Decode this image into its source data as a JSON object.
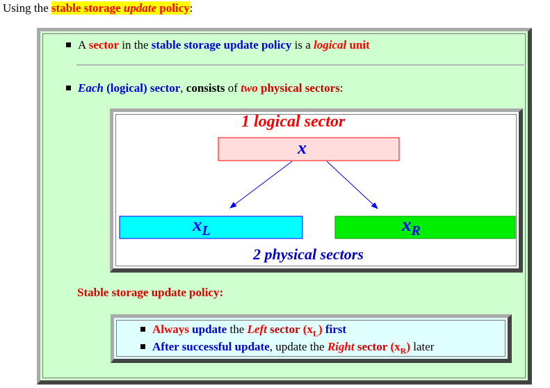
{
  "title": {
    "prefix": "Using the",
    "hl_part1": "stable storage",
    "hl_part2": "update",
    "hl_part3": "policy",
    "suffix": ":"
  },
  "bullet1": {
    "a": "A",
    "sector": "sector",
    "in_the": "in the",
    "policy": "stable storage update policy",
    "is_a": "is a",
    "logical": "logical",
    "unit": "unit"
  },
  "bullet2": {
    "each": "Each",
    "logical": "(logical) sector",
    "comma": ",",
    "consists": "consists",
    "of": "of",
    "two": "two",
    "physical": "physical sectors",
    "colon": ":"
  },
  "diagram": {
    "top_label": "1 logical sector",
    "logical_box": "x",
    "left_box_main": "x",
    "left_box_sub": "L",
    "right_box_main": "x",
    "right_box_sub": "R",
    "bottom_label": "2 physical sectors",
    "colors": {
      "logical_fill": "#ffdddd",
      "logical_border": "#ff0000",
      "left_fill": "#00ffff",
      "right_fill": "#00ee00",
      "arrow": "#0000ff"
    }
  },
  "policy": {
    "heading": "Stable storage update policy:",
    "item1": {
      "always": "Always",
      "update": "update",
      "the": "the",
      "left": "Left",
      "sector": "sector",
      "open": "(x",
      "sub": "L",
      "close": ")",
      "first": "first"
    },
    "item2": {
      "after": "After successful update",
      "comma_update_the": ", update the",
      "right": "Right",
      "sector": "sector",
      "open": "(x",
      "sub": "R",
      "close": ")",
      "later": "later"
    }
  }
}
